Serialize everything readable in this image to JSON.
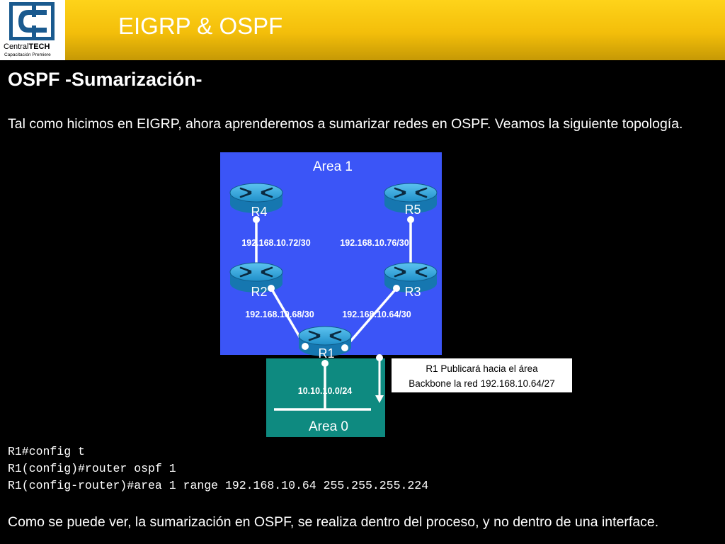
{
  "header": {
    "logo_brand_a": "Central",
    "logo_brand_b": "TECH",
    "logo_subtitle": "Capacitación Premiere",
    "title": "EIGRP & OSPF"
  },
  "slide": {
    "title": "OSPF -Sumarización-",
    "intro": "Tal como hicimos en EIGRP, ahora aprenderemos a sumarizar redes en OSPF. Veamos la siguiente topología.",
    "conclusion": "Como se puede ver, la sumarización en OSPF, se realiza dentro del proceso, y no dentro de una interface."
  },
  "diagram": {
    "area1_label": "Area 1",
    "area0_label": "Area 0",
    "routers": {
      "r1": "R1",
      "r2": "R2",
      "r3": "R3",
      "r4": "R4",
      "r5": "R5"
    },
    "links": {
      "r4_r2": "192.168.10.72/30",
      "r5_r3": "192.168.10.76/30",
      "r2_r1": "192.168.10.68/30",
      "r3_r1": "192.168.10.64/30",
      "lan": "10.10.10.0/24"
    },
    "note_line1": "R1 Publicará hacia el área",
    "note_line2": "Backbone la red 192.168.10.64/27",
    "colors": {
      "area1": "#3b55f7",
      "area0": "#0e8a80",
      "router": "#1f8fc9"
    }
  },
  "cli": {
    "line1": "R1#config t",
    "line2": "R1(config)#router ospf 1",
    "line3": "R1(config-router)#area 1 range 192.168.10.64 255.255.255.224"
  }
}
